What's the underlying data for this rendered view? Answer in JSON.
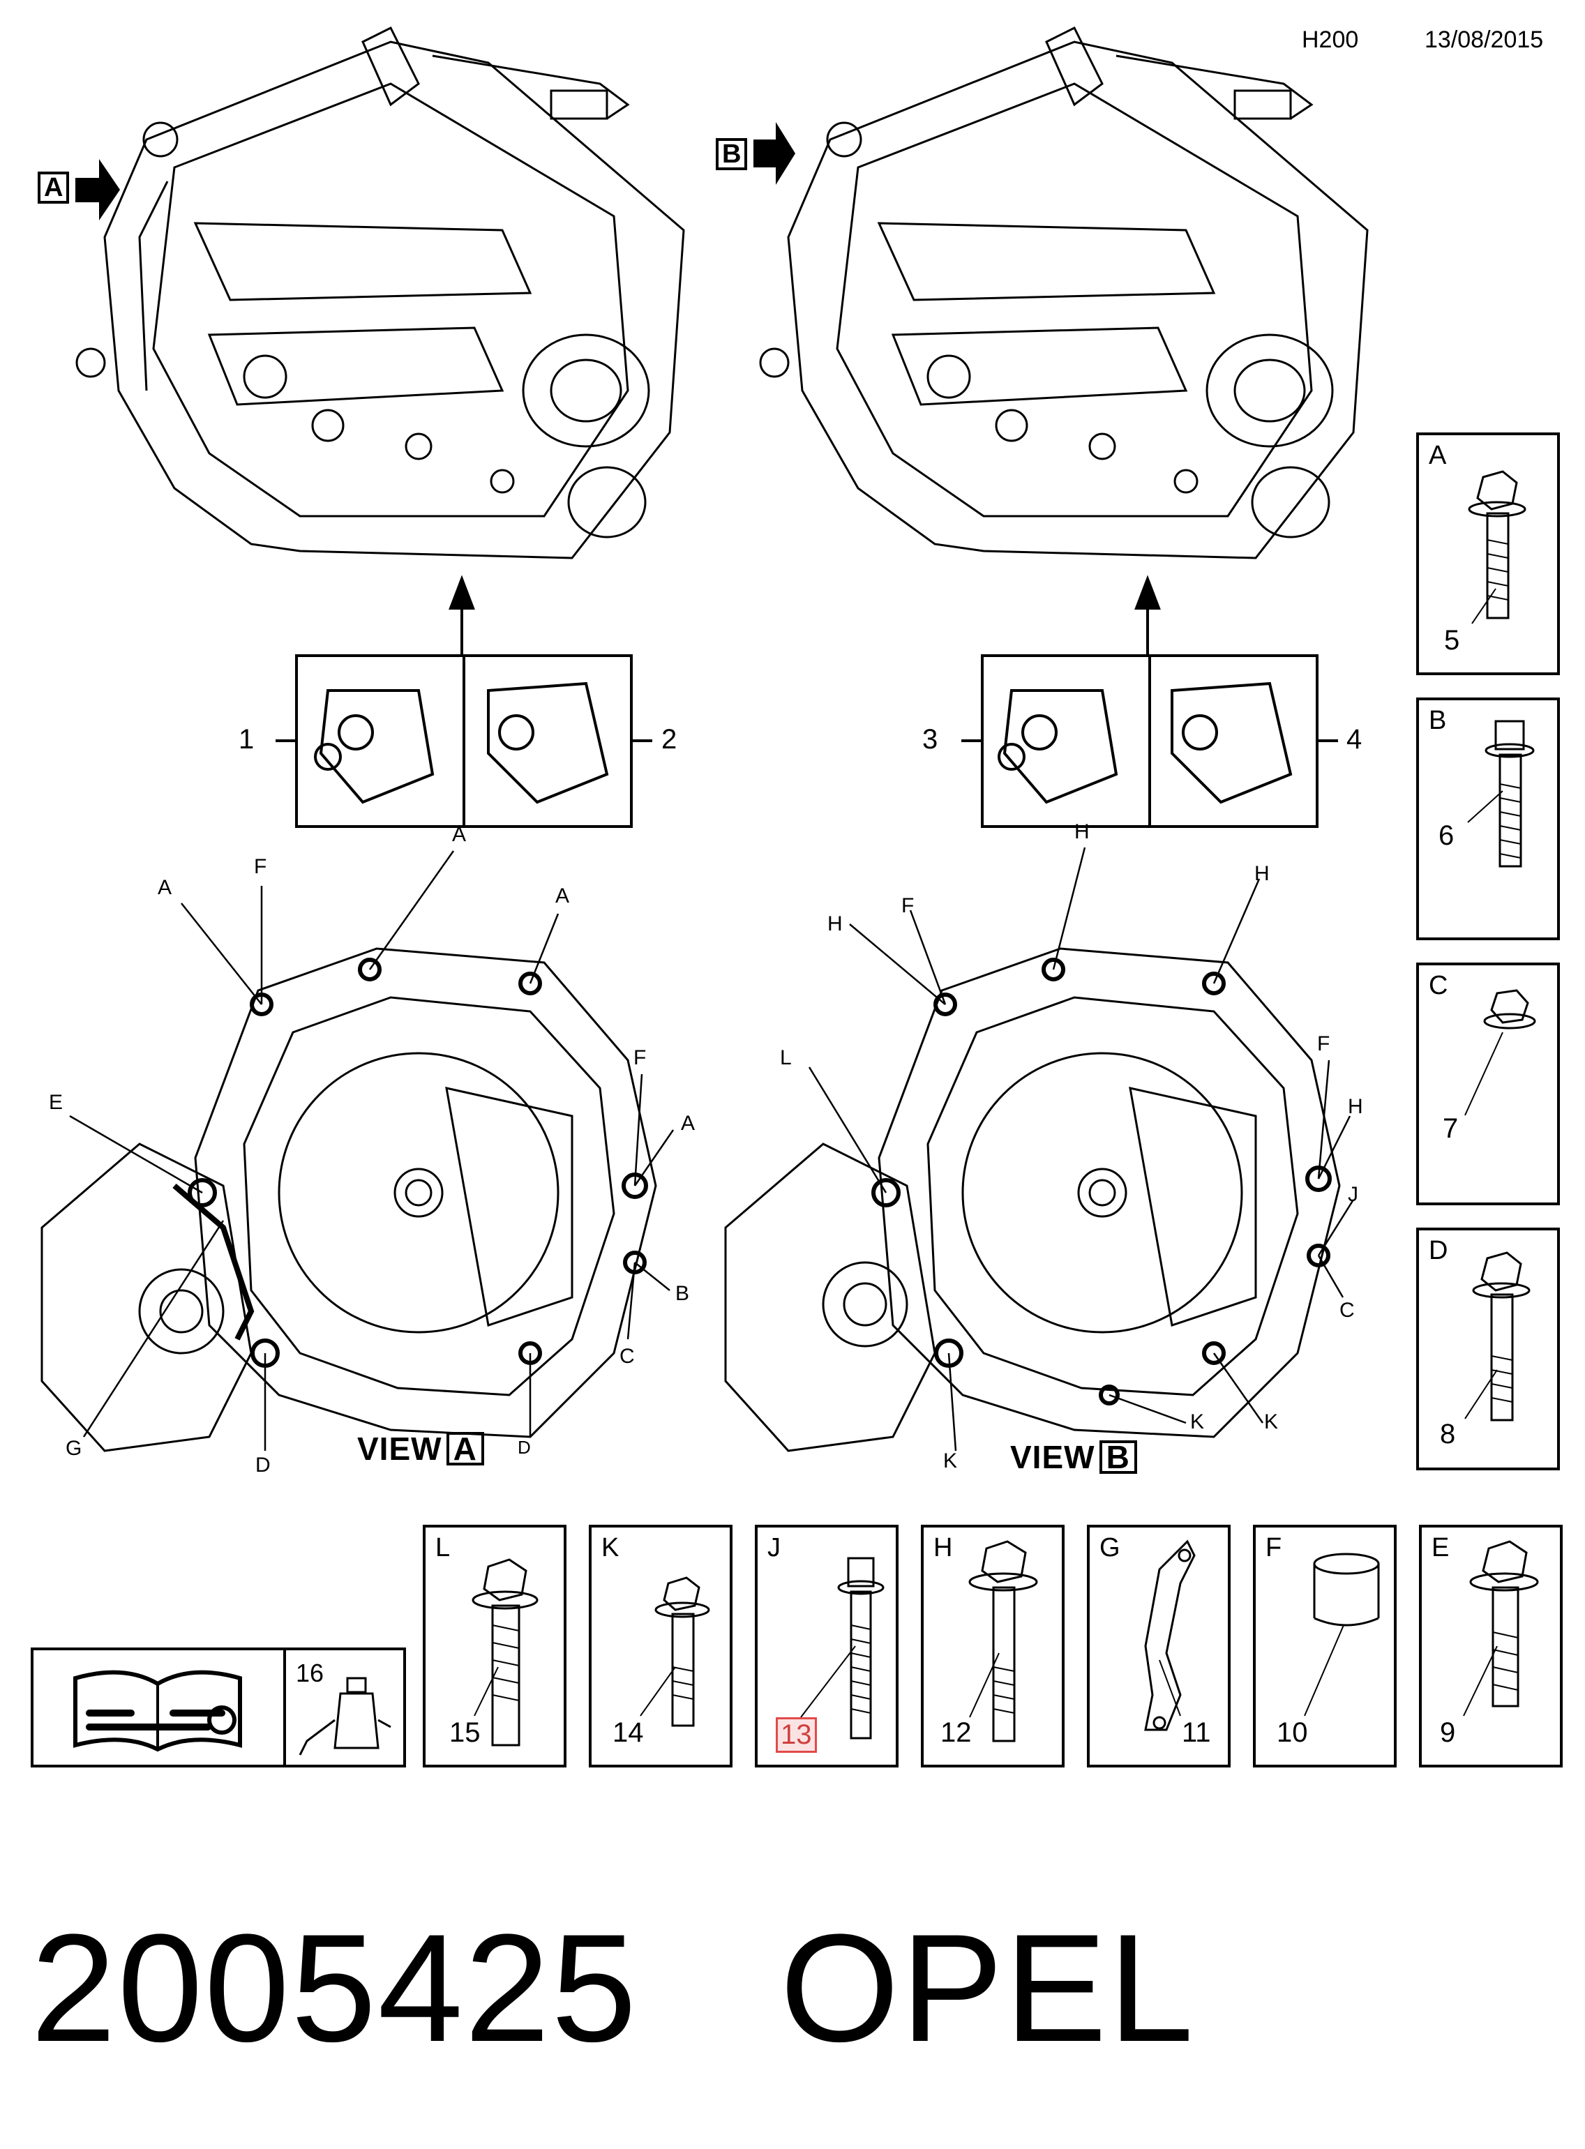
{
  "header": {
    "code": "H200",
    "date": "13/08/2015"
  },
  "views": {
    "arrow_a": "A",
    "arrow_b": "B",
    "view_a_word": "VIEW",
    "view_a_letter": "A",
    "view_b_word": "VIEW",
    "view_b_letter": "B"
  },
  "inset_numbers": [
    "1",
    "2",
    "3",
    "4"
  ],
  "callouts_view_a": [
    "A",
    "F",
    "A",
    "A",
    "F",
    "A",
    "E",
    "B",
    "C",
    "G",
    "D",
    "D"
  ],
  "callouts_view_b": [
    "H",
    "F",
    "H",
    "H",
    "L",
    "F",
    "H",
    "J",
    "C",
    "K",
    "K",
    "K"
  ],
  "right_parts": [
    {
      "letter": "A",
      "number": "5"
    },
    {
      "letter": "B",
      "number": "6"
    },
    {
      "letter": "C",
      "number": "7"
    },
    {
      "letter": "D",
      "number": "8"
    }
  ],
  "bottom_parts": [
    {
      "letter": "L",
      "number": "15"
    },
    {
      "letter": "K",
      "number": "14"
    },
    {
      "letter": "J",
      "number": "13"
    },
    {
      "letter": "H",
      "number": "12"
    },
    {
      "letter": "G",
      "number": "11"
    },
    {
      "letter": "F",
      "number": "10"
    },
    {
      "letter": "E",
      "number": "9"
    }
  ],
  "manual_part_number": "16",
  "icons": [
    "repair-manual-icon",
    "sealant-tube-icon"
  ],
  "footer": {
    "part_number": "2005425",
    "brand": "OPEL"
  },
  "highlight_color": "#e24a4a"
}
